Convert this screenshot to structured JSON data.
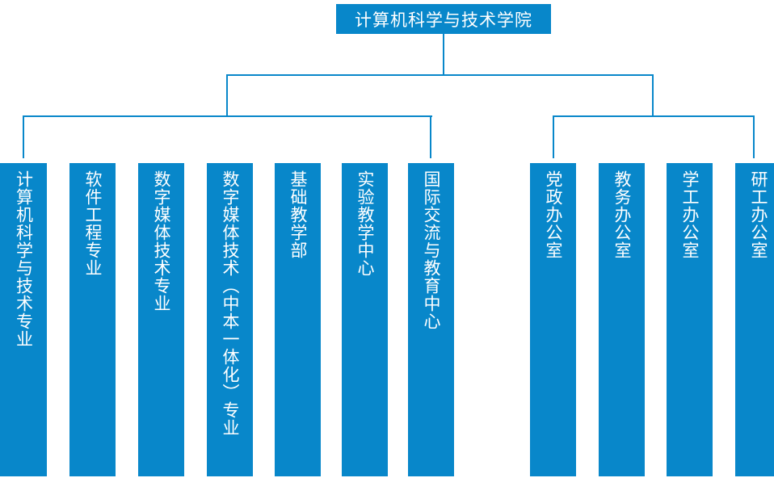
{
  "colors": {
    "accent": "#0887ca",
    "background": "#ffffff",
    "text_on_accent": "#ffffff"
  },
  "root": {
    "label": "计算机科学与技术学院"
  },
  "groups": [
    {
      "name": "academic-units",
      "items": [
        "计算机科学与技术专业",
        "软件工程专业",
        "数字媒体技术专业",
        "数字媒体技术（中本一体化）专业",
        "基础教学部",
        "实验教学中心",
        "国际交流与教育中心"
      ]
    },
    {
      "name": "administrative-offices",
      "items": [
        "党政办公室",
        "教务办公室",
        "学工办公室",
        "研工办公室"
      ]
    }
  ]
}
